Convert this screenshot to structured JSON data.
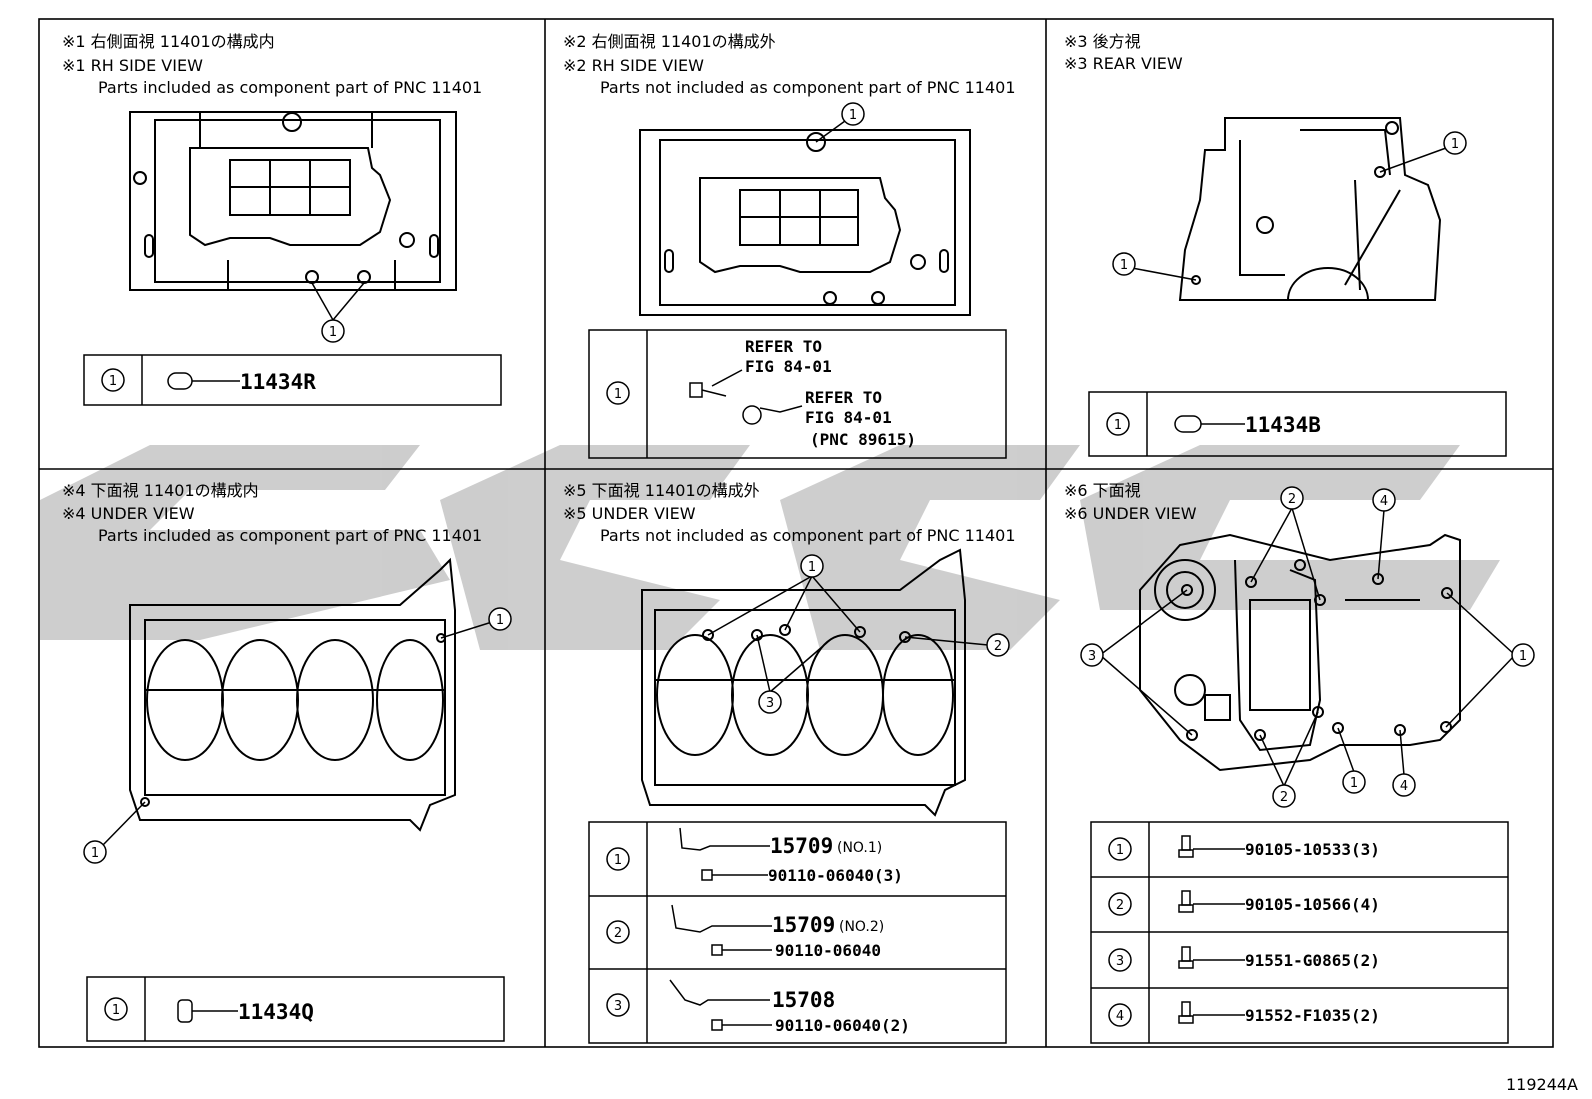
{
  "figure_id": "119244A",
  "panels": {
    "p1": {
      "line1": "※1 右側面視 11401の構成内",
      "line2": "※1 RH SIDE VIEW",
      "line3": "Parts included as component part of PNC 11401",
      "callout": "1",
      "table": [
        {
          "num": "1",
          "part": "11434R"
        }
      ]
    },
    "p2": {
      "line1": "※2 右側面視 11401の構成外",
      "line2": "※2 RH SIDE VIEW",
      "line3": "Parts not included as component part of PNC 11401",
      "callout": "1",
      "table": [
        {
          "num": "1"
        }
      ],
      "ref_a_1": "REFER TO",
      "ref_a_2": "FIG 84-01",
      "ref_b_1": "REFER TO",
      "ref_b_2": "FIG 84-01",
      "ref_b_3": "(PNC 89615)"
    },
    "p3": {
      "line1": "※3 後方視",
      "line2": "※3 REAR VIEW",
      "callouts": [
        "1",
        "1"
      ],
      "table": [
        {
          "num": "1",
          "part": "11434B"
        }
      ]
    },
    "p4": {
      "line1": "※4 下面視 11401の構成内",
      "line2": "※4 UNDER VIEW",
      "line3": "Parts included as component part of PNC 11401",
      "callouts": [
        "1",
        "1"
      ],
      "table": [
        {
          "num": "1",
          "part": "11434Q"
        }
      ]
    },
    "p5": {
      "line1": "※5 下面視 11401の構成外",
      "line2": "※5 UNDER VIEW",
      "line3": "Parts not included as component part of PNC 11401",
      "callouts": [
        "1",
        "3",
        "2"
      ],
      "table": [
        {
          "num": "1",
          "part": "15709",
          "note": "(NO.1)",
          "bolt": "90110-06040(3)"
        },
        {
          "num": "2",
          "part": "15709",
          "note": "(NO.2)",
          "bolt": "90110-06040"
        },
        {
          "num": "3",
          "part": "15708",
          "bolt": "90110-06040(2)"
        }
      ]
    },
    "p6": {
      "line1": "※6 下面視",
      "line2": "※6 UNDER VIEW",
      "callouts": [
        "2",
        "4",
        "3",
        "1",
        "2",
        "1",
        "4"
      ],
      "table": [
        {
          "num": "1",
          "part": "90105-10533(3)"
        },
        {
          "num": "2",
          "part": "90105-10566(4)"
        },
        {
          "num": "3",
          "part": "91551-G0865(2)"
        },
        {
          "num": "4",
          "part": "91552-F1035(2)"
        }
      ]
    }
  }
}
